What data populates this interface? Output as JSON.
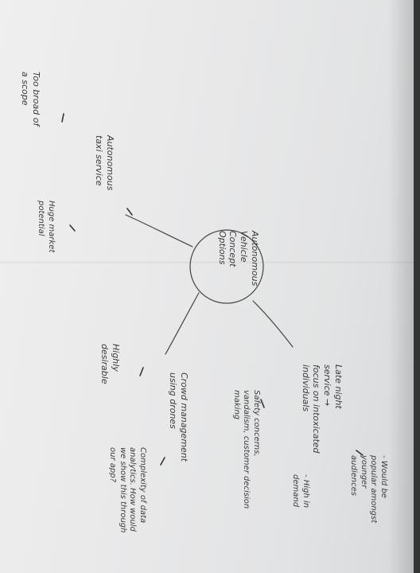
{
  "mindmap": {
    "center": [
      "Autonomous",
      "Vehicle",
      "Concept",
      "Options"
    ],
    "notes": {
      "too_broad": [
        "Too broad of",
        "a scope"
      ],
      "taxi": [
        "Autonomous",
        "taxi service"
      ],
      "market": [
        "Huge market",
        "potential"
      ],
      "late_night": [
        "Late night",
        "service →",
        "focus on intoxicated",
        "individuals"
      ],
      "popular": [
        "- Would be",
        "popular amongst",
        "younger",
        "audiences"
      ],
      "demand": [
        "- High in",
        "demand"
      ],
      "safety": [
        "Safety concerns,",
        "vandalism, customer decision",
        "making"
      ],
      "desirable": [
        "Highly",
        "desirable"
      ],
      "crowd": [
        "Crowd management",
        "using drones"
      ],
      "complexity": [
        "Complexity of data",
        "analytics. How would",
        "we show this through",
        "our app?"
      ],
      "tick_marks": [
        "/",
        "\\",
        "\\",
        "/",
        "\\",
        "/",
        "\\"
      ]
    }
  }
}
